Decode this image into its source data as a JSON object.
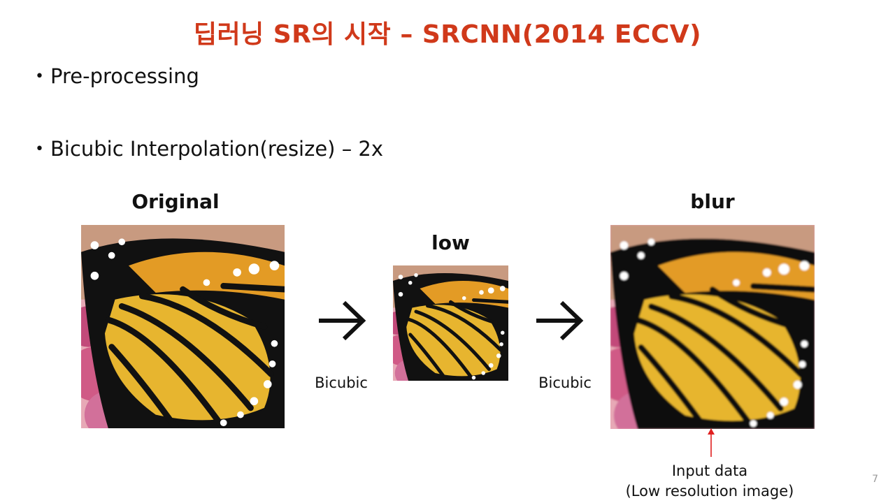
{
  "slide": {
    "title": "딥러닝 SR의 시작 – SRCNN(2014 ECCV)",
    "bullets": [
      "Pre-processing",
      "Bicubic Interpolation(resize) – 2x"
    ],
    "images": {
      "original_label": "Original",
      "low_label": "low",
      "blur_label": "blur"
    },
    "steps": [
      "Bicubic",
      "Bicubic"
    ],
    "input_note": {
      "line1": "Input data",
      "line2": "(Low resolution image)"
    },
    "page_number": "7",
    "colors": {
      "title": "#d0391a",
      "pointer": "#e02020"
    },
    "icons": [
      "arrow-right-icon",
      "arrow-right-icon",
      "arrow-up-icon"
    ]
  }
}
